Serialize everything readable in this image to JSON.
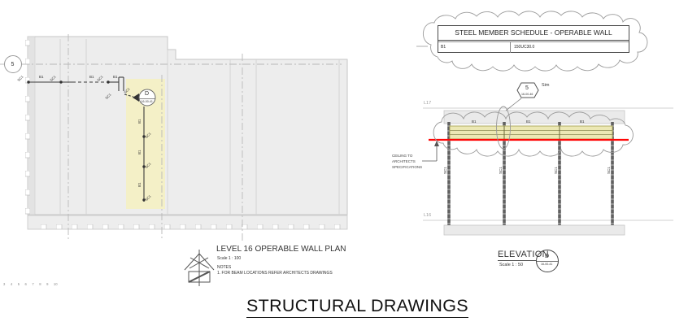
{
  "page": {
    "title": "STRUCTURAL DRAWINGS"
  },
  "ruler": {
    "numbers": [
      "3",
      "4",
      "5",
      "6",
      "7",
      "8",
      "9",
      "10"
    ]
  },
  "schedule": {
    "title": "STEEL MEMBER SCHEDULE - OPERABLE WALL",
    "rows": [
      {
        "mark": "B1",
        "section": "150UC30.0"
      }
    ]
  },
  "plan": {
    "title": "LEVEL 16 OPERABLE WALL PLAN",
    "scale": "Scale 1 : 100",
    "notes_title": "NOTES",
    "notes": [
      "1. FOR BEAM LOCATIONS REFER ARCHITECTS DRAWINGS"
    ],
    "grid_bubble": "5",
    "beam_labels": [
      "B1",
      "B1",
      "B1",
      "B1",
      "B1",
      "B1"
    ],
    "support_labels": [
      "SC1",
      "SC1",
      "SC1",
      "SC1",
      "SC1",
      "SC1",
      "SC1",
      "SC1"
    ],
    "callout": {
      "letter": "D",
      "sheet": "16-00-41"
    }
  },
  "elevation": {
    "title": "ELEVATION",
    "scale": "Scale 1 : 50",
    "view_ref": {
      "letter": "D",
      "sheet": "16-00-41"
    },
    "section_ref": {
      "number": "5",
      "sheet": "16-00-46",
      "suffix": "Sim"
    },
    "levels": {
      "top": "L17",
      "bottom": "L16"
    },
    "ceiling_note": [
      "CEILING TO",
      "ARCHITECTS",
      "SPECIFICATIONS"
    ],
    "beam_labels": [
      "B1",
      "B1",
      "B1"
    ],
    "column_labels": [
      "SC1",
      "SC1",
      "SC1",
      "SC1"
    ]
  },
  "colors": {
    "highlight": "#efe9b0",
    "red_line": "#ff0707",
    "slab_gray": "#ededed"
  }
}
